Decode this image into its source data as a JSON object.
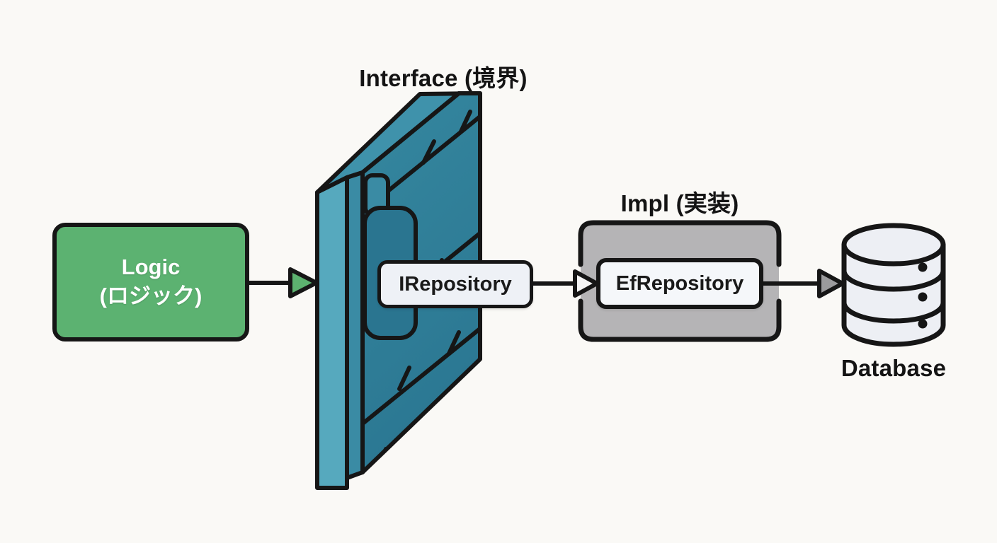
{
  "diagram": {
    "kind": "architecture-flow",
    "background_color": "#faf9f6",
    "stroke_color": "#161616"
  },
  "nodes": {
    "logic": {
      "label_line1": "Logic",
      "label_line2": "(ロジック)",
      "fill": "#5cb271",
      "text_color": "#ffffff"
    },
    "interface_wall": {
      "title": "Interface (境界)",
      "front_color_top": "#35879f",
      "front_color_bottom": "#2b7792",
      "side_color": "#56a9be",
      "band_color": "#3a8ba4",
      "top_color": "#3f92ab",
      "door_color": "#2a7590",
      "style": "brick wall slab, 3d oblique view"
    },
    "irepository": {
      "label": "IRepository",
      "fill": "#eef1f6"
    },
    "impl": {
      "title": "Impl (実装)",
      "fill": "#b5b4b6"
    },
    "efrepository": {
      "label": "EfRepository",
      "fill": "#f5f7fa"
    },
    "database": {
      "label": "Database",
      "fill": "#edeff4"
    }
  },
  "arrows": [
    {
      "name": "logic-to-interface",
      "from": "logic",
      "to": "interface_wall",
      "head_fill": "#5cb26f"
    },
    {
      "name": "irepository-to-efrepository",
      "from": "irepository",
      "to": "efrepository",
      "head_fill": "#f5f5f5"
    },
    {
      "name": "efrepository-to-database",
      "from": "efrepository",
      "to": "database",
      "head_fill": "#9b9b9d"
    }
  ]
}
